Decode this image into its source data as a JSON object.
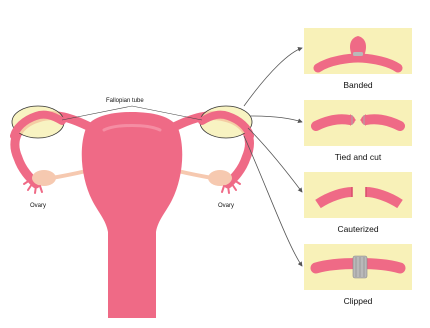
{
  "labels": {
    "fallopian_tube": "Fallopian tube",
    "ovary_left": "Ovary",
    "ovary_right": "Ovary"
  },
  "methods": [
    {
      "caption": "Banded"
    },
    {
      "caption": "Tied and cut"
    },
    {
      "caption": "Cauterized"
    },
    {
      "caption": "Clipped"
    }
  ],
  "colors": {
    "tissue": "#ef6a86",
    "tissue_dark": "#d94d6c",
    "ovary": "#f6c9b0",
    "highlight": "#f6efad",
    "panel": "#f8f1b8",
    "clip": "#b9b9b9",
    "arrow": "#555555"
  }
}
